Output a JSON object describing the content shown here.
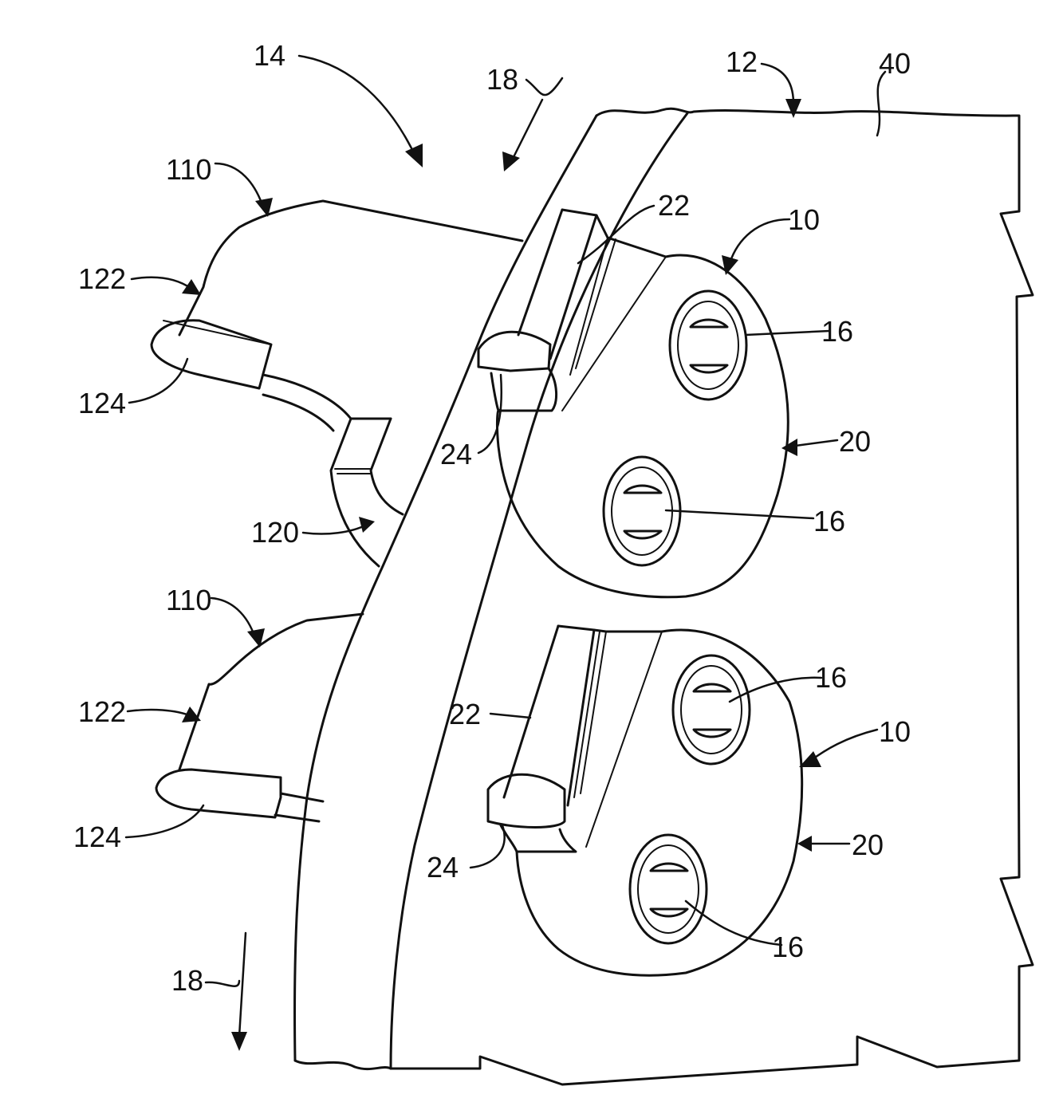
{
  "labels": {
    "assembly": "14",
    "plate": "12",
    "surface": "40",
    "direction_top": "18",
    "direction_bottom": "18",
    "lower_part_top": "110",
    "lower_part_bottom": "110",
    "arm_top": "122",
    "arm_bottom": "122",
    "tab_top": "124",
    "tab_bottom": "124",
    "recess": "120",
    "upper_part_top": "10",
    "upper_part_bottom": "10",
    "ridge_top": "22",
    "ridge_bottom": "22",
    "hinge_top": "24",
    "hinge_bottom": "24",
    "body_top": "20",
    "body_bottom": "20",
    "fastener_1": "16",
    "fastener_2": "16",
    "fastener_3": "16",
    "fastener_4": "16"
  },
  "colors": {
    "line": "#111111",
    "background": "#ffffff"
  }
}
